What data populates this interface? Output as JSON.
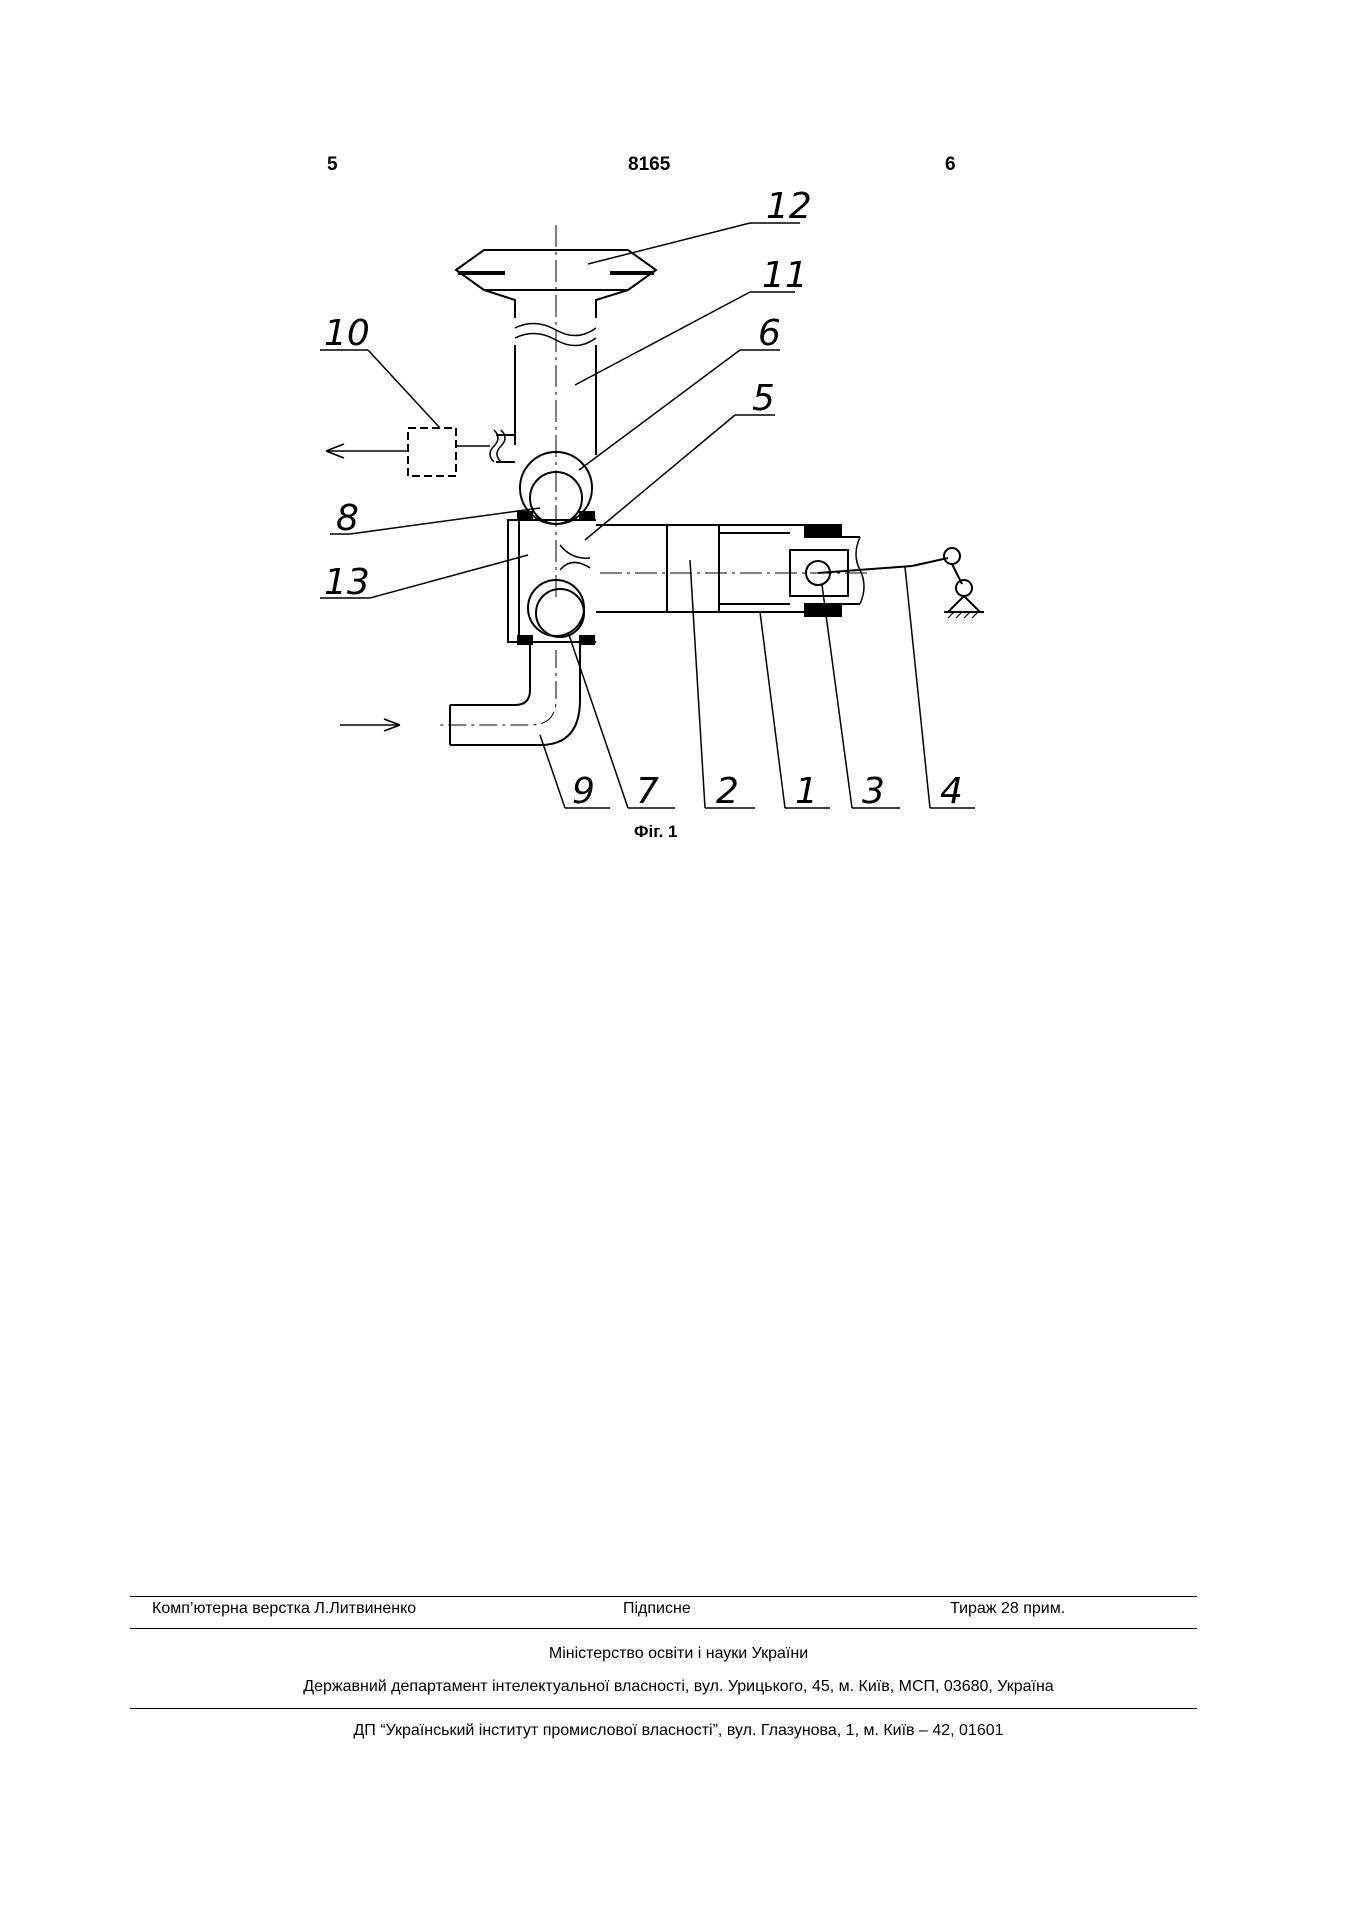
{
  "header": {
    "left_page": "5",
    "patent_number": "8165",
    "right_page": "6"
  },
  "figure": {
    "caption": "Фіг. 1",
    "labels": {
      "l1": "1",
      "l2": "2",
      "l3": "3",
      "l4": "4",
      "l5": "5",
      "l6": "6",
      "l7": "7",
      "l8": "8",
      "l9": "9",
      "l10": "10",
      "l11": "11",
      "l12": "12",
      "l13": "13"
    }
  },
  "footer": {
    "typesetting": "Комп’ютерна верстка Л.Литвиненко",
    "signed": "Підписне",
    "print_run": "Тираж 28 прим.",
    "ministry": "Міністерство освіти і науки України",
    "department": "Державний департамент інтелектуальної власності, вул. Урицького, 45, м. Київ, МСП, 03680, Україна",
    "institute": "ДП “Український інститут промислової власності”, вул. Глазунова, 1, м. Київ – 42, 01601"
  }
}
